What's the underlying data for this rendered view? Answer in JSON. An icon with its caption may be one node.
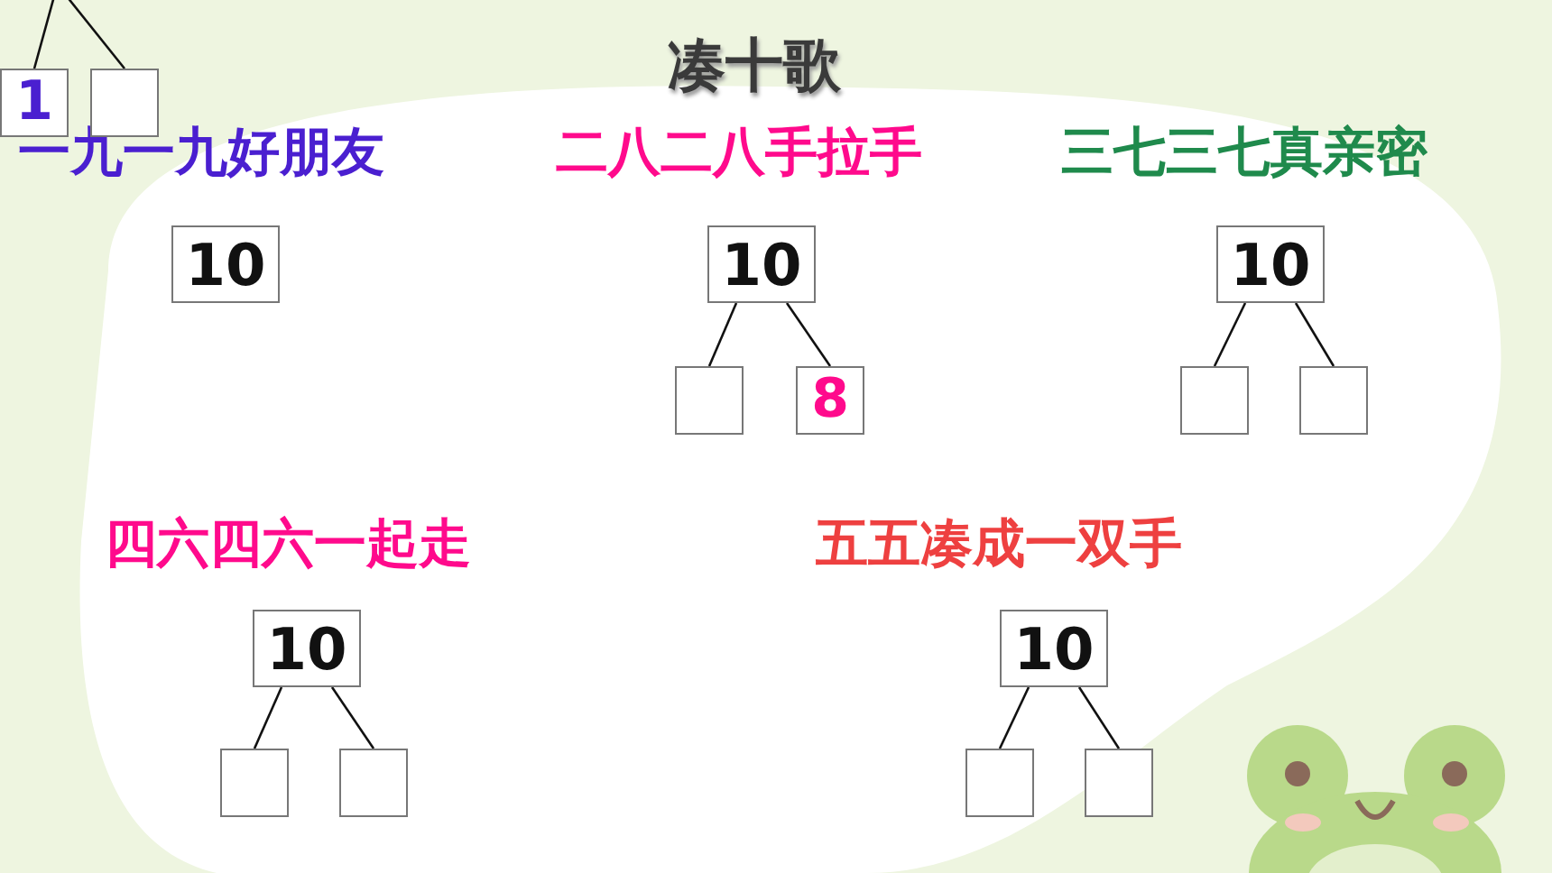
{
  "diagram": {
    "title": "凑十歌",
    "nodes": [
      {
        "text": [
          "1"
        ]
      },
      {
        "text": [],
        "shape": "box"
      },
      {
        "text": [
          "10"
        ]
      },
      {
        "text": [
          "10"
        ]
      },
      {
        "text": [],
        "shape": "box"
      },
      {
        "text": [
          "8"
        ]
      },
      {
        "text": [
          "10"
        ]
      },
      {
        "text": [],
        "shape": "box"
      },
      {
        "text": [],
        "shape": "box"
      },
      {
        "text": [
          "10"
        ]
      },
      {
        "text": [],
        "shape": "box"
      },
      {
        "text": [],
        "shape": "box"
      },
      {
        "text": [
          "10"
        ]
      },
      {
        "text": [],
        "shape": "box"
      },
      {
        "text": [],
        "shape": "box"
      }
    ],
    "edges": [
      {
        "from": null,
        "to": 0,
        "arrow": "none"
      },
      {
        "from": null,
        "to": 1,
        "arrow": "none"
      },
      {
        "from": 3,
        "to": 4,
        "arrow": "none"
      },
      {
        "from": 3,
        "to": 5,
        "arrow": "none"
      },
      {
        "from": 6,
        "to": 7,
        "arrow": "none"
      },
      {
        "from": 6,
        "to": 8,
        "arrow": "none"
      },
      {
        "from": 9,
        "to": 10,
        "arrow": "none"
      },
      {
        "from": 9,
        "to": 11,
        "arrow": "none"
      },
      {
        "from": 12,
        "to": 13,
        "arrow": "none"
      },
      {
        "from": 12,
        "to": 14,
        "arrow": "none"
      }
    ],
    "labels": [
      "一九一九好朋友",
      "二八二八手拉手",
      "三七三七真亲密",
      "四六四六一起走",
      "五五凑成一双手"
    ]
  }
}
